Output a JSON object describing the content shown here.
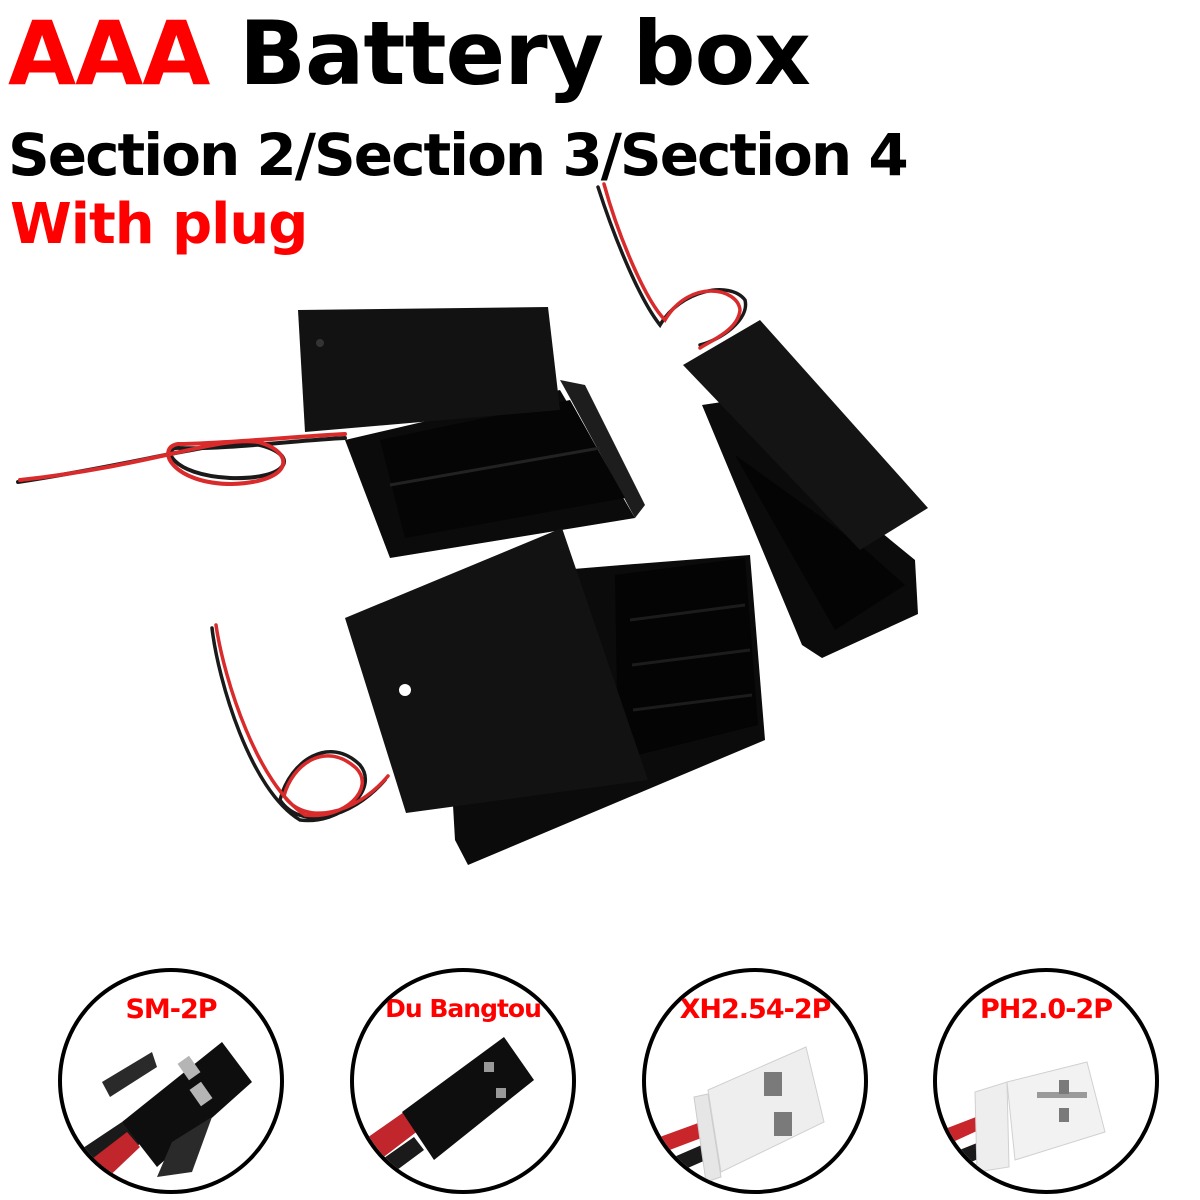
{
  "header": {
    "title_accent": "AAA",
    "title_rest": "Battery box",
    "subtitle": "Section 2/Section 3/Section 4",
    "feature": "With plug"
  },
  "colors": {
    "accent": "#ff0000",
    "text": "#000000",
    "background": "#ffffff",
    "wire_red": "#d92b2b",
    "wire_black": "#1a1a1a",
    "case": "#0d0d0d",
    "white_connector": "#eeeeee"
  },
  "products": [
    {
      "name": "3-slot battery box",
      "slots": 3
    },
    {
      "name": "2-slot battery box",
      "slots": 2
    },
    {
      "name": "4-slot battery box",
      "slots": 4
    }
  ],
  "connectors": [
    {
      "label": "SM-2P",
      "style": "black-latch"
    },
    {
      "label": "Du Bangtou",
      "style": "black-dupont"
    },
    {
      "label": "XH2.54-2P",
      "style": "white-xh"
    },
    {
      "label": "PH2.0-2P",
      "style": "white-ph"
    }
  ]
}
